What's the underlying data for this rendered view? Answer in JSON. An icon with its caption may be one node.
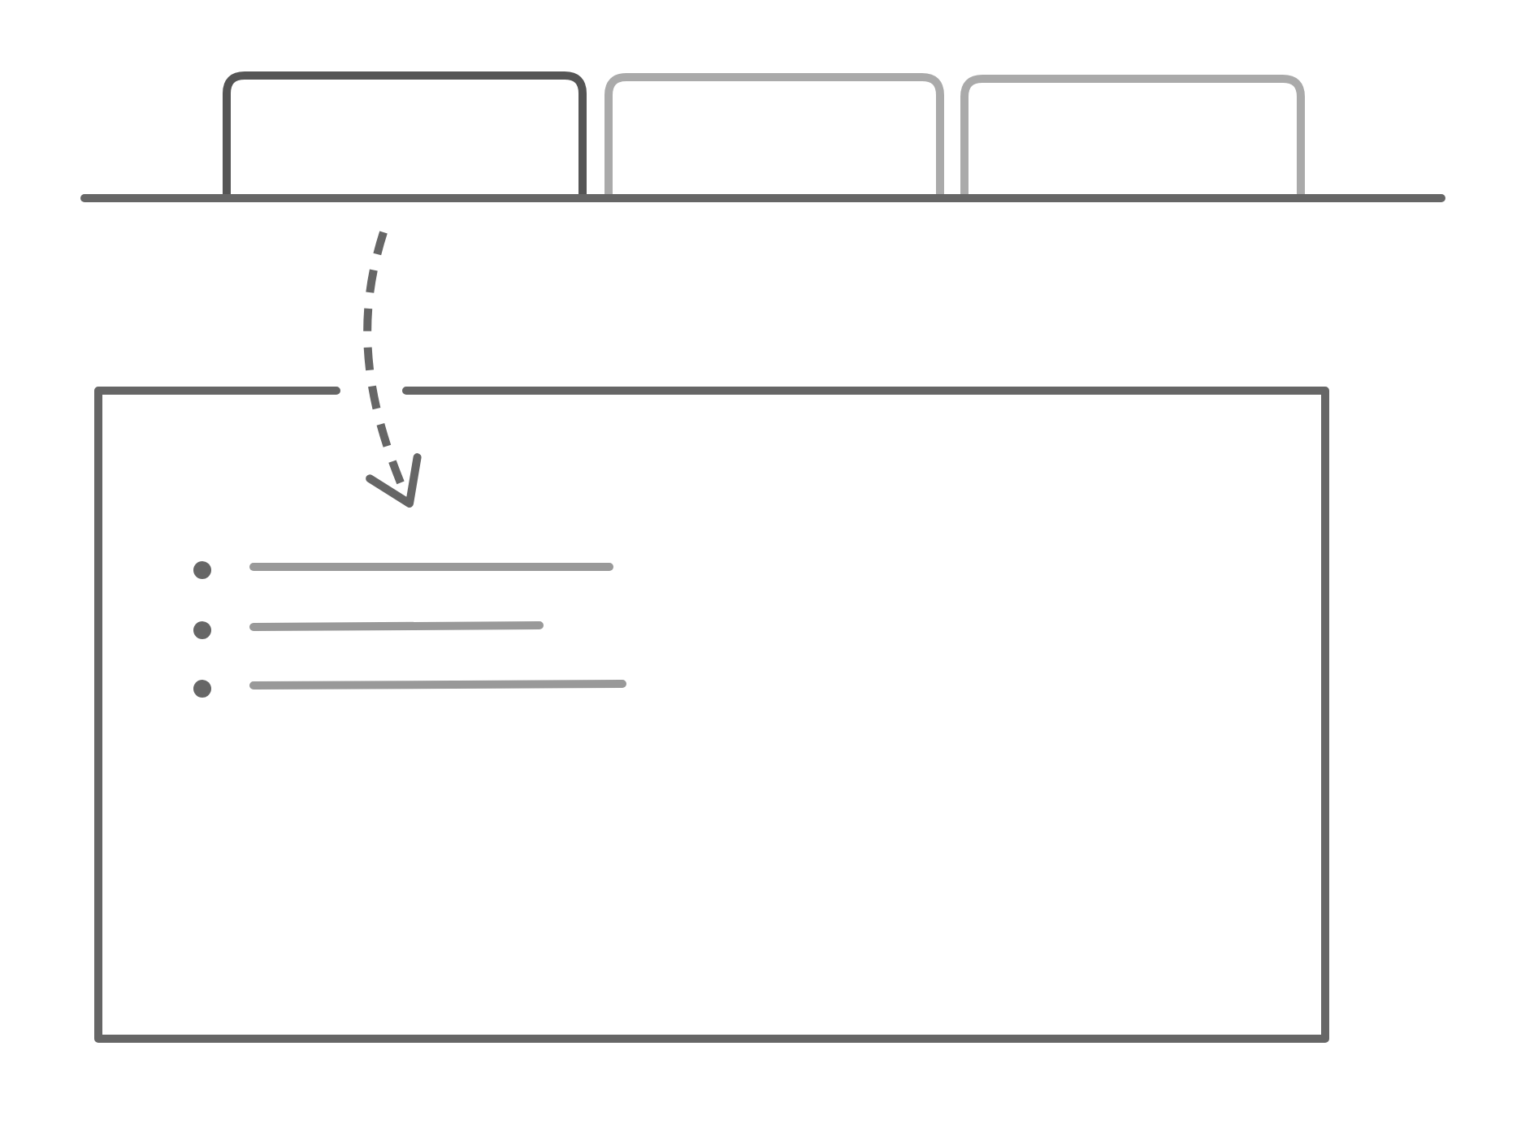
{
  "diagram": {
    "nodes": [
      {
        "text": [],
        "shape": "tab"
      },
      {
        "text": [],
        "shape": "tab"
      },
      {
        "text": [],
        "shape": "tab"
      },
      {
        "text": [],
        "shape": "box"
      }
    ],
    "edges": [
      {
        "from": 0,
        "to": 3,
        "arrow": "to",
        "style": "dashed"
      }
    ]
  }
}
